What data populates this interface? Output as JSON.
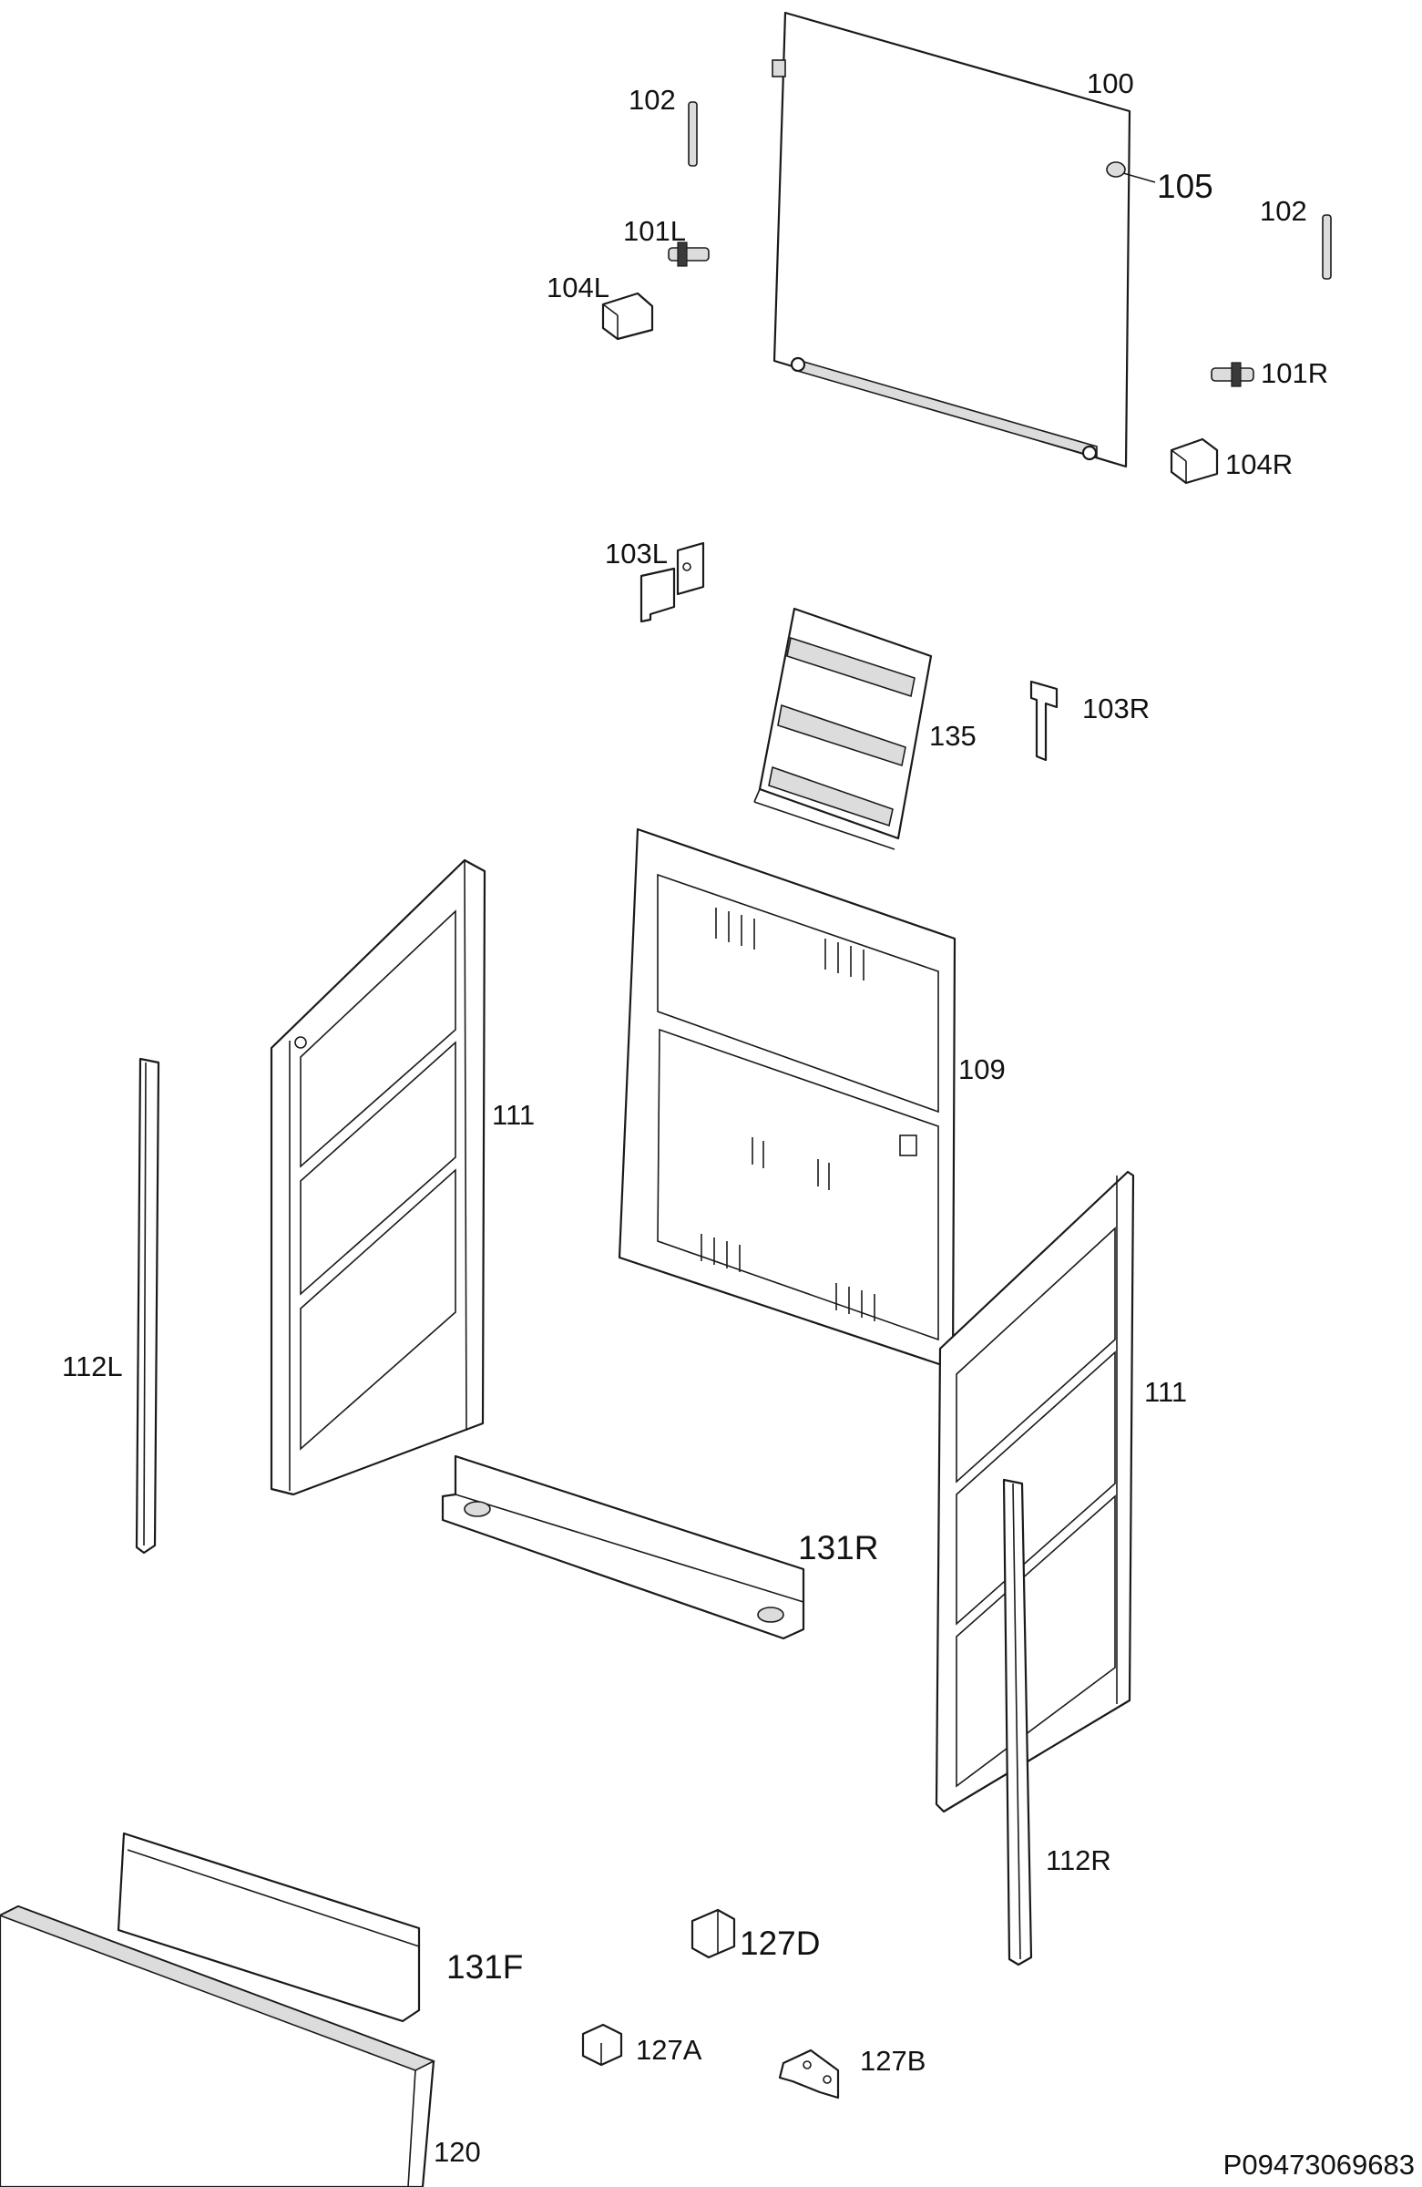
{
  "labels": {
    "p100": "100",
    "p102a": "102",
    "p102b": "102",
    "p105": "105",
    "p101L": "101L",
    "p104L": "104L",
    "p101R": "101R",
    "p104R": "104R",
    "p103L": "103L",
    "p103R": "103R",
    "p135": "135",
    "p109": "109",
    "p111a": "111",
    "p111b": "111",
    "p112L": "112L",
    "p112R": "112R",
    "p131R": "131R",
    "p131F": "131F",
    "p127D": "127D",
    "p127A": "127A",
    "p127B": "127B",
    "p120": "120"
  },
  "reference": "P09473069683"
}
